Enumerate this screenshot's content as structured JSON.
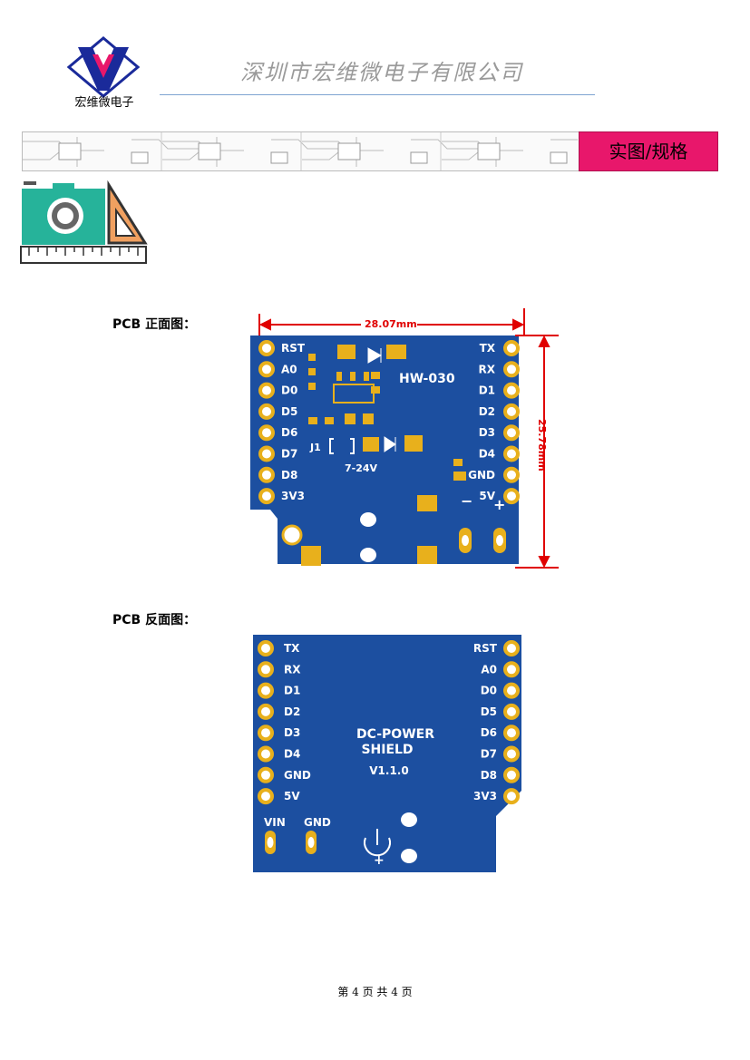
{
  "header": {
    "logo_text": "宏维微电子",
    "company_name": "深圳市宏维微电子有限公司",
    "section_tab": "实图/规格"
  },
  "front": {
    "label": "PCB 正面图：",
    "width_dimension": "28.07mm",
    "height_dimension": "25.78mm",
    "left_pins": [
      "RST",
      "A0",
      "D0",
      "D5",
      "D6",
      "D7",
      "D8",
      "3V3"
    ],
    "right_pins": [
      "TX",
      "RX",
      "D1",
      "D2",
      "D3",
      "D4",
      "GND",
      "5V"
    ],
    "model": "HW-030",
    "connector": "J1",
    "voltage": "7-24V",
    "minus": "−",
    "plus": "+"
  },
  "back": {
    "label": "PCB 反面图：",
    "left_pins": [
      "TX",
      "RX",
      "D1",
      "D2",
      "D3",
      "D4",
      "GND",
      "5V"
    ],
    "right_pins": [
      "RST",
      "A0",
      "D0",
      "D5",
      "D6",
      "D7",
      "D8",
      "3V3"
    ],
    "title_line1": "DC-POWER",
    "title_line2": "SHIELD",
    "version": "V1.1.0",
    "vin": "VIN",
    "gnd": "GND",
    "plus": "+"
  },
  "footer": {
    "page_text": "第 4 页 共 4 页"
  },
  "colors": {
    "pcb_blue": "#1c4fa0",
    "pad_gold": "#e8b01c",
    "tab_magenta": "#e8176b",
    "dimension_red": "#e00000"
  }
}
